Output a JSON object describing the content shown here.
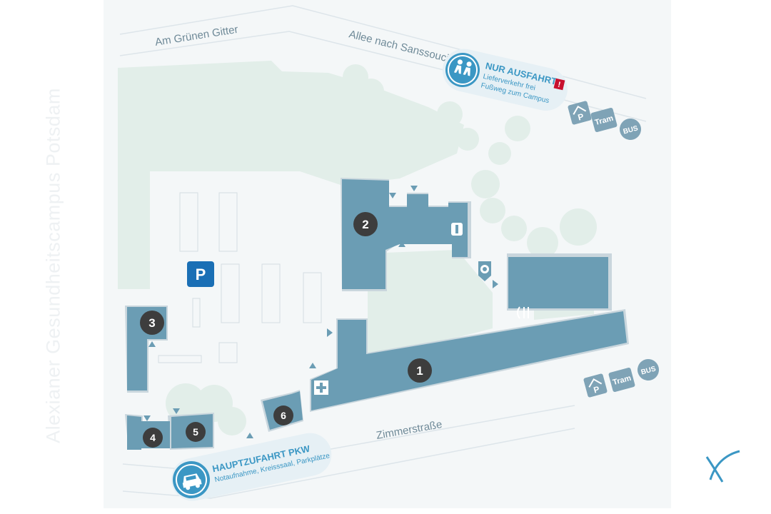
{
  "map_title": "Alexianer Gesundheitscampus Potsdam",
  "streets": {
    "top_left": "Am Grünen Gitter",
    "top_right": "Allee nach Sanssouci",
    "bottom": "Zimmerstraße"
  },
  "buildings": [
    {
      "number": "1"
    },
    {
      "number": "2"
    },
    {
      "number": "3"
    },
    {
      "number": "4"
    },
    {
      "number": "5"
    },
    {
      "number": "6"
    }
  ],
  "parking_label": "P",
  "exit_callout": {
    "title": "NUR AUSFAHRT",
    "line1": "Lieferverkehr frei",
    "line2": "Fußweg zum Campus",
    "alert_mark": "!",
    "icon": "pedestrians-icon"
  },
  "main_callout": {
    "title": "HAUPTZUFAHRT PKW",
    "subtitle": "Notaufnahme, Kreisssaal, Parkplätze",
    "icon": "car-icon"
  },
  "transit": {
    "parking": "P",
    "tram": "Tram",
    "bus": "BUS"
  },
  "logo_mark": "X",
  "colors": {
    "building": "#6b9db4",
    "building_shadow": "#c9d6dd",
    "greenery": "#e2eee9",
    "campus_ground": "#f4f7f8",
    "accent_blue": "#3b97c4",
    "dark_badge": "#3d3d3d",
    "alert_red": "#c8102e",
    "parking_blue": "#1a6fb5",
    "transit_badge": "#7fa3b6"
  }
}
